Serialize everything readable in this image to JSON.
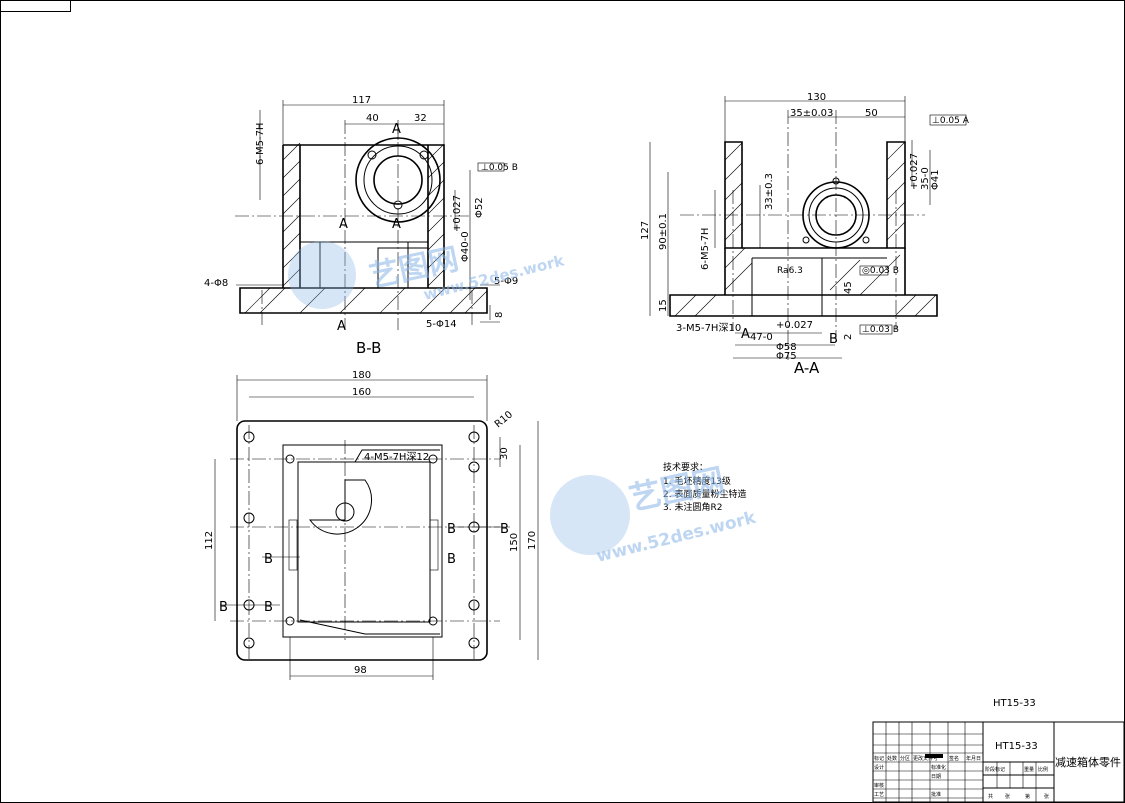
{
  "views": {
    "bb": {
      "title": "B-B",
      "dims": {
        "overall_width": "117",
        "width_40": "40",
        "width_32": "32",
        "thread_left": "6-M5-7H",
        "bore_fit": "+0.027",
        "bore_dia": "Φ40-0",
        "dia_52": "Φ52",
        "holes_8": "4-Φ8",
        "holes_9": "5-Φ9",
        "holes_14": "5-Φ14",
        "height_8": "8"
      },
      "section_mark": "A",
      "section_mark_b": "A",
      "section_mark_c": "A",
      "section_mark_d": "A",
      "fcf": "⊥0.05 B"
    },
    "aa": {
      "title": "A-A",
      "dims": {
        "overall_width": "130",
        "width_35": "35±0.03",
        "width_50": "50",
        "height_127": "127",
        "height_90": "90±0.1",
        "height_33": "33±0.3",
        "thread_left": "6-M5-7H",
        "bore_fit": "+0.027",
        "bore_dia": "35-0",
        "bore_dia_b": "Φ41",
        "height_15": "15",
        "thread_bottom": "3-M5-7H深10",
        "width_47": "+0.027",
        "width_47b": "47-0",
        "dia_58": "Φ58",
        "dia_75": "Φ75",
        "height_45": "45",
        "height_2": "2",
        "ra": "Ra6.3"
      },
      "fcf_top": "⊥0.05 A",
      "fcf_mid": "◎0.03 B",
      "fcf_bot": "⊥0.03 B",
      "datum_a": "A",
      "datum_b": "B"
    },
    "plan": {
      "dims": {
        "overall_width": "180",
        "width_160": "160",
        "radius": "R10",
        "height_30": "30",
        "height_112": "112",
        "height_150": "150",
        "height_170": "170",
        "width_98": "98",
        "thread_top": "4-M5-7H深12"
      },
      "marks": [
        "B",
        "B",
        "B",
        "B",
        "B",
        "B"
      ]
    }
  },
  "notes": {
    "title": "技术要求：",
    "items": [
      "1. 毛坯精度13级",
      "2. 表面质量粉尘特造",
      "3. 未注圆角R2"
    ]
  },
  "watermark": {
    "brand": "艺图网",
    "url1": "www.52des.work",
    "url2": "www.52des.work"
  },
  "drawing_number": "HT15-33",
  "title_block": {
    "code": "HT15-33",
    "part_name": "减速箱体零件",
    "rows": [
      "标记",
      "处数",
      "分区",
      "更改文件号",
      "签名",
      "年月日"
    ],
    "roles": [
      "设计",
      "审核",
      "工艺"
    ],
    "cols": [
      "标准化",
      "日期",
      "批准"
    ],
    "stage": [
      "阶段标记",
      "重量",
      "比例"
    ],
    "sheet": [
      "共",
      "张",
      "第",
      "张"
    ]
  }
}
